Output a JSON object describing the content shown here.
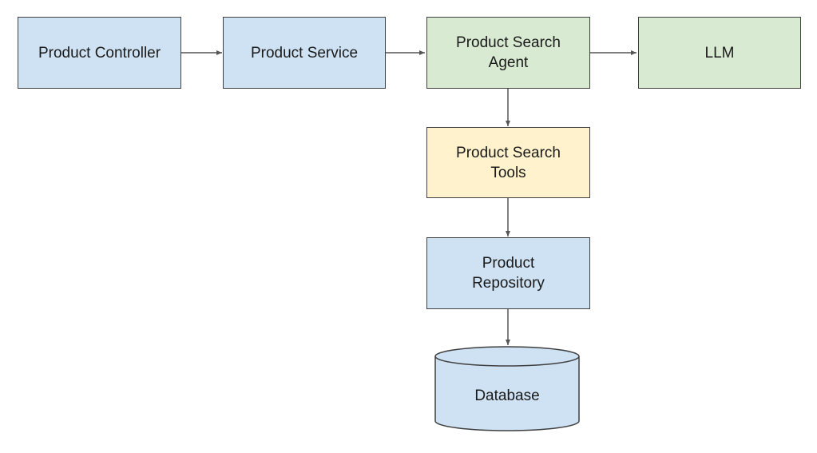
{
  "colors": {
    "blue_fill": "#cfe2f3",
    "green_fill": "#d9ead3",
    "yellow_fill": "#fff2cc",
    "border": "#3f3f3f",
    "edge": "#555555"
  },
  "nodes": {
    "product_controller": {
      "label": "Product Controller",
      "fill": "blue"
    },
    "product_service": {
      "label": "Product Service",
      "fill": "blue"
    },
    "product_search_agent": {
      "label": "Product Search Agent",
      "fill": "green"
    },
    "llm": {
      "label": "LLM",
      "fill": "green"
    },
    "product_search_tools": {
      "label": "Product Search Tools",
      "fill": "yellow"
    },
    "product_repository": {
      "label": "Product Repository",
      "fill": "blue"
    },
    "database": {
      "label": "Database",
      "fill": "blue",
      "shape": "cylinder"
    }
  },
  "edges": [
    {
      "from": "Product Controller",
      "to": "Product Service"
    },
    {
      "from": "Product Service",
      "to": "Product Search Agent"
    },
    {
      "from": "Product Search Agent",
      "to": "LLM"
    },
    {
      "from": "Product Search Agent",
      "to": "Product Search Tools"
    },
    {
      "from": "Product Search Tools",
      "to": "Product Repository"
    },
    {
      "from": "Product Repository",
      "to": "Database"
    }
  ]
}
